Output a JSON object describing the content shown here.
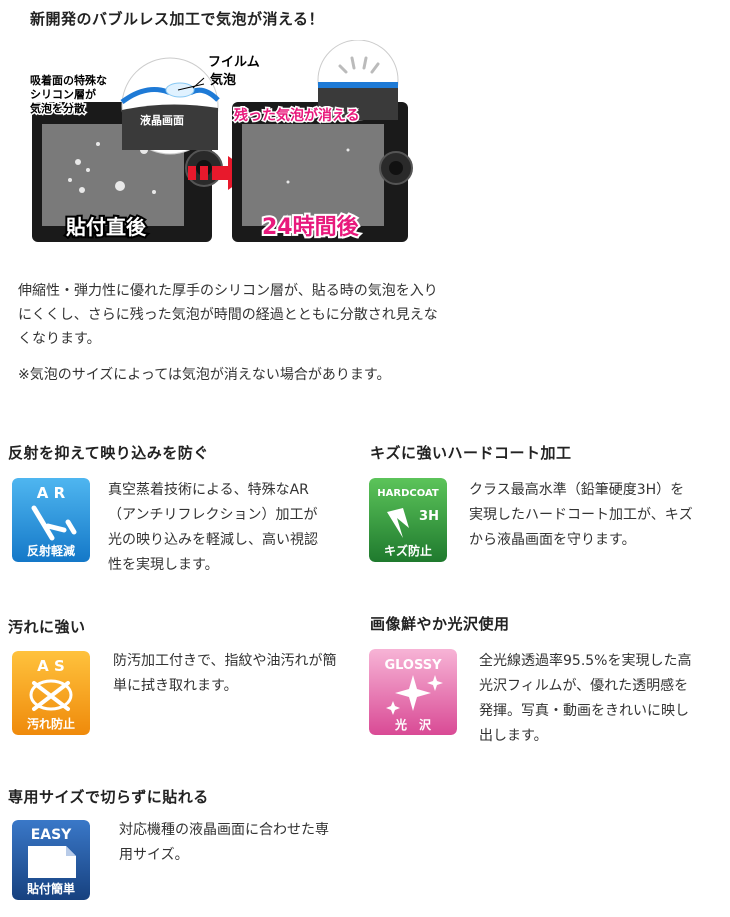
{
  "top_heading": "新開発のバブルレス加工で気泡が消える！",
  "illustration": {
    "label_silicone": [
      "吸着面の特殊な",
      "シリコン層が",
      "気泡を分散"
    ],
    "label_film": "フイルム",
    "label_bubble": "気泡",
    "label_lcd": "液晶画面",
    "label_remaining": "残った気泡が消える",
    "label_before": "貼付直後",
    "label_after": "24時間後"
  },
  "description": {
    "main": "伸縮性・弾力性に優れた厚手のシリコン層が、貼る時の気泡を入りにくくし、さらに残った気泡が時間の経過とともに分散され見えなくなります。",
    "note": "※気泡のサイズによっては気泡が消えない場合があります。"
  },
  "features": {
    "ar": {
      "title": "反射を抑えて映り込みを防ぐ",
      "text": "真空蒸着技術による、特殊なAR（アンチリフレクション）加工が光の映り込みを軽減し、高い視認性を実現します。",
      "badge_top": "A R",
      "badge_bottom": "反射軽減",
      "color": "#1a8fd8"
    },
    "hardcoat": {
      "title": "キズに強いハードコート加工",
      "text": "クラス最高水準（鉛筆硬度3H）を実現したハードコート加工が、キズから液晶画面を守ります。",
      "badge_top": "HARDCOAT",
      "badge_mid": "3H",
      "badge_bottom": "キズ防止",
      "color": "#2e8b3a"
    },
    "as": {
      "title": "汚れに強い",
      "text": "防汚加工付きで、指紋や油汚れが簡単に拭き取れます。",
      "badge_top": "A S",
      "badge_bottom": "汚れ防止",
      "color": "#f39a12"
    },
    "glossy": {
      "title": "画像鮮やか光沢使用",
      "text": "全光線透過率95.5%を実現した高光沢フィルムが、優れた透明感を発揮。写真・動画をきれいに映し出します。",
      "badge_top": "GLOSSY",
      "badge_bottom": "光　沢",
      "color": "#e0569e"
    },
    "easy": {
      "title": "専用サイズで切らずに貼れる",
      "text": "対応機種の液晶画面に合わせた専用サイズ。",
      "badge_top": "EASY",
      "badge_bottom": "貼付簡単",
      "color": "#1e4f9c"
    }
  }
}
